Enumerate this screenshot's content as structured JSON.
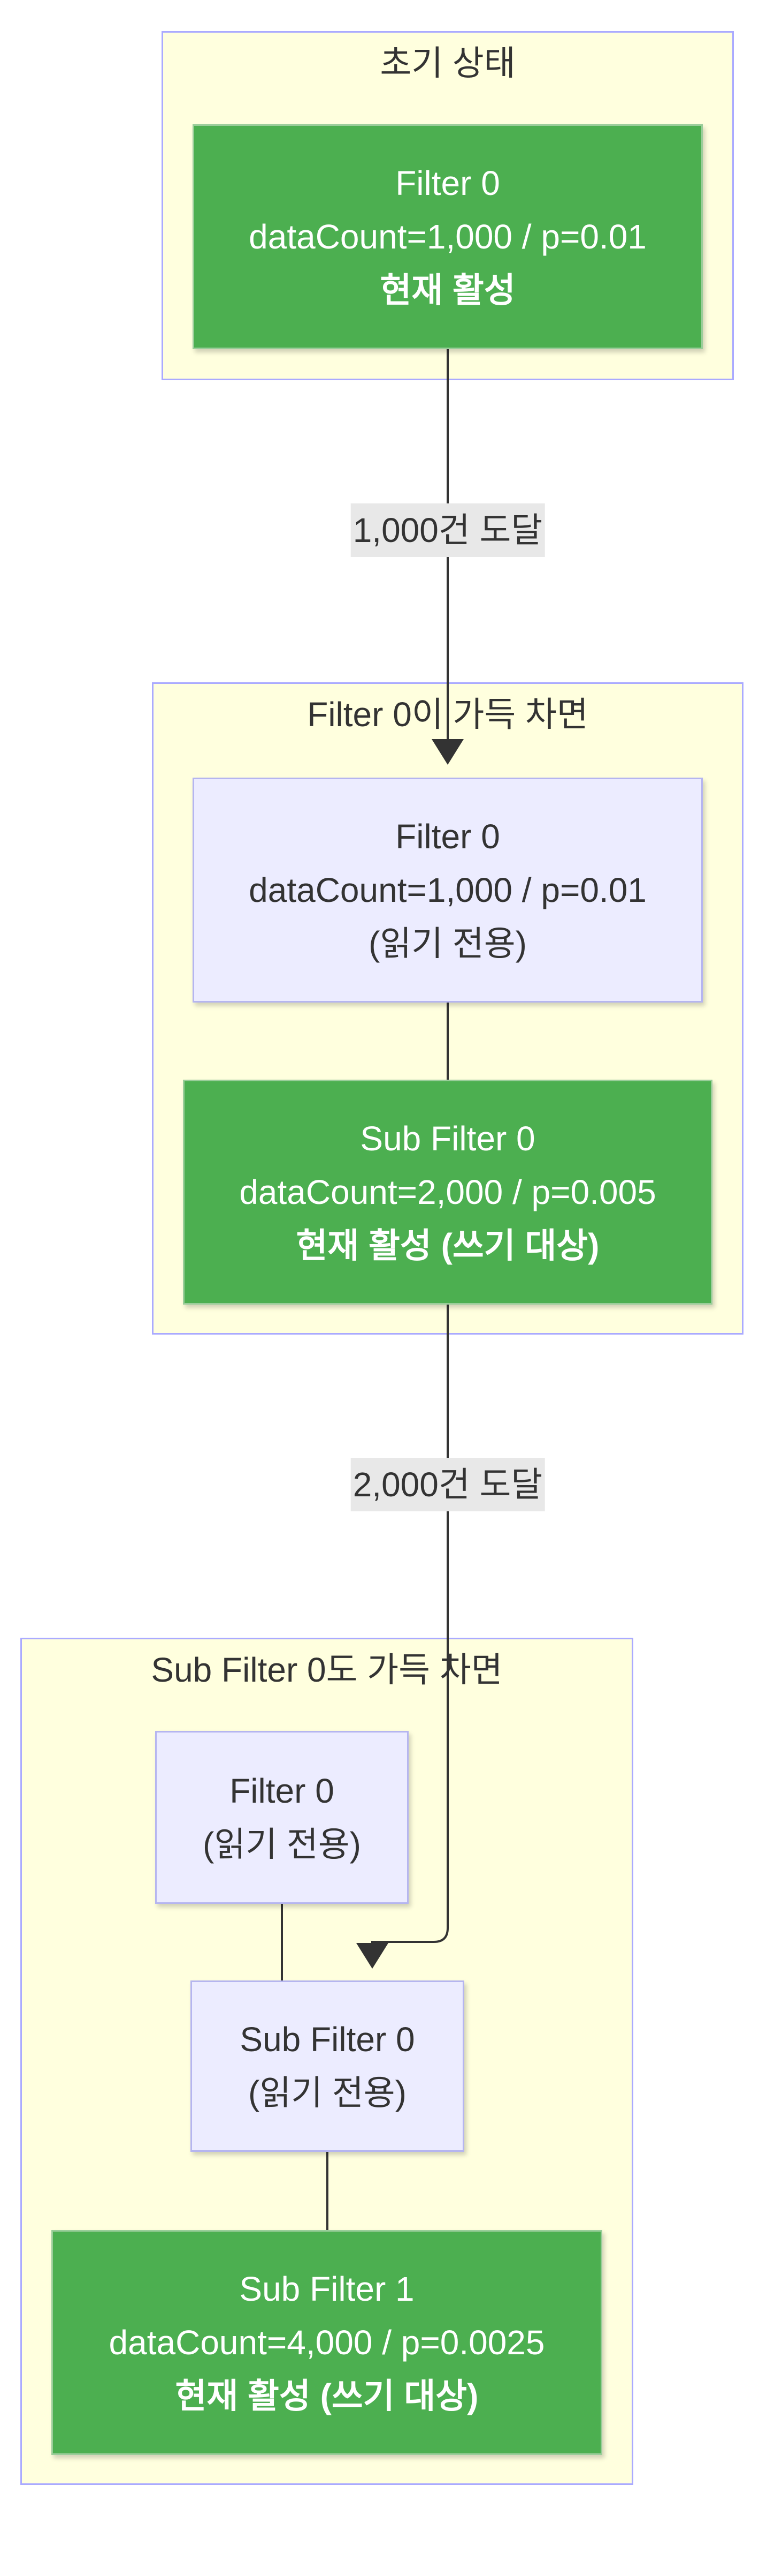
{
  "clusters": [
    {
      "title": "초기 상태"
    },
    {
      "title": "Filter 0이 가득 차면"
    },
    {
      "title": "Sub Filter 0도 가득 차면"
    }
  ],
  "nodes": {
    "initial_filter0": {
      "line1": "Filter 0",
      "line2": "dataCount=1,000 / p=0.01",
      "line3": "현재 활성"
    },
    "full_filter0": {
      "line1": "Filter 0",
      "line2": "dataCount=1,000 / p=0.01",
      "line3": "(읽기 전용)"
    },
    "full_subfilter0": {
      "line1": "Sub Filter 0",
      "line2": "dataCount=2,000 / p=0.005",
      "line3": "현재 활성 (쓰기 대상)"
    },
    "final_filter0": {
      "line1": "Filter 0",
      "line2": "(읽기 전용)"
    },
    "final_subfilter0": {
      "line1": "Sub Filter 0",
      "line2": "(읽기 전용)"
    },
    "final_subfilter1": {
      "line1": "Sub Filter 1",
      "line2": "dataCount=4,000 / p=0.0025",
      "line3": "현재 활성 (쓰기 대상)"
    }
  },
  "edges": [
    {
      "label": "1,000건 도달"
    },
    {
      "label": "2,000건 도달"
    }
  ],
  "colors": {
    "active": "#4caf50",
    "readonly": "#ececff",
    "cluster_fill": "#ffffde",
    "cluster_border": "#aaaaff"
  }
}
